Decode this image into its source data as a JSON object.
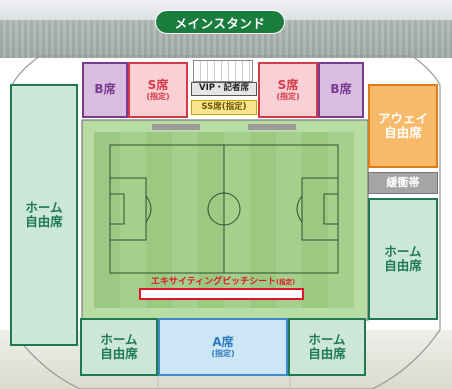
{
  "banner": {
    "label": "メインスタンド"
  },
  "seats": {
    "home_left": "ホーム\n自由席",
    "home_right": "ホーム\n自由席",
    "home_bottom_left": "ホーム\n自由席",
    "home_bottom_right": "ホーム\n自由席",
    "b_left": "B席",
    "b_right": "B席",
    "s_left": {
      "label": "S席",
      "sub": "(指定)"
    },
    "s_right": {
      "label": "S席",
      "sub": "(指定)"
    },
    "vip": "VIP・記者席",
    "ss": "SS席(指定)",
    "away": "アウェイ\n自由席",
    "buffer": "緩衝帯",
    "a_seat": {
      "label": "A席",
      "sub": "(指定)"
    },
    "pitch_side": {
      "label": "エキサイティングピッチシート",
      "sub": "(指定)"
    }
  },
  "colors": {
    "home": "#1f7a52",
    "b_seat": "#7a3b8f",
    "s_seat": "#d53a4a",
    "away": "#e07c14",
    "a_seat": "#3f8cc8",
    "pitch_side": "#e0142b",
    "pitch": "#9fce86"
  }
}
